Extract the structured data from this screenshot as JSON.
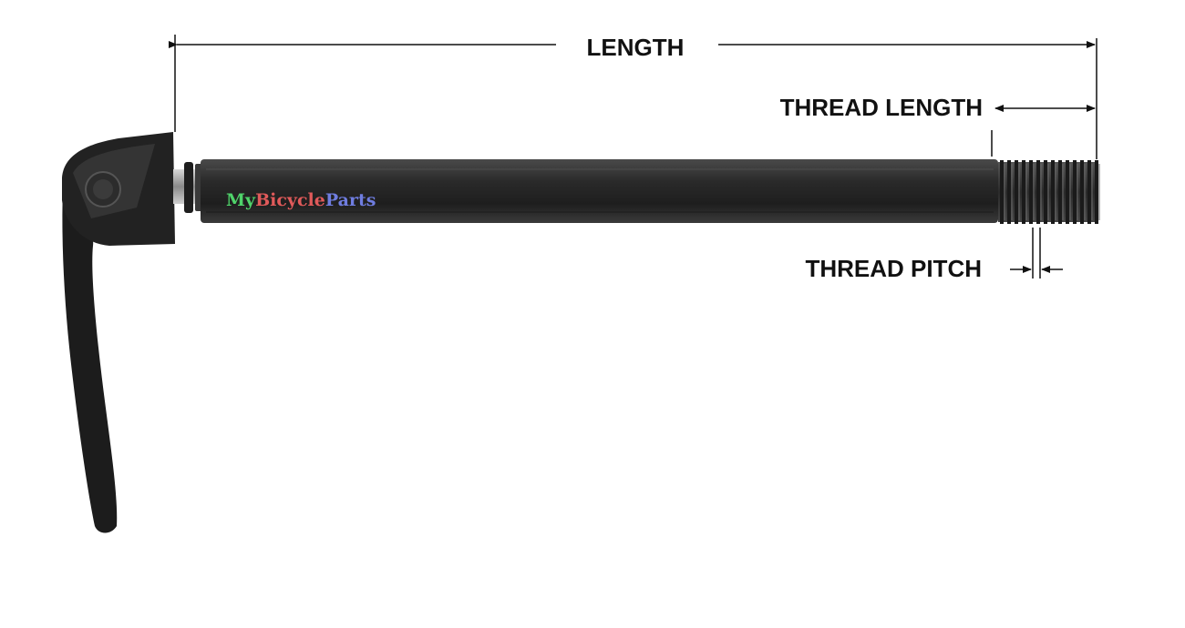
{
  "labels": {
    "length": "LENGTH",
    "thread_length": "THREAD LENGTH",
    "thread_pitch": "THREAD PITCH"
  },
  "logo": {
    "part1": "My",
    "part2": "Bicycle",
    "part3": "Parts",
    "color1": "#4fd36a",
    "color2": "#e05a5a",
    "color3": "#6f7de0"
  },
  "colors": {
    "axle": "#262626",
    "lever": "#1c1c1c",
    "line": "#111111"
  }
}
